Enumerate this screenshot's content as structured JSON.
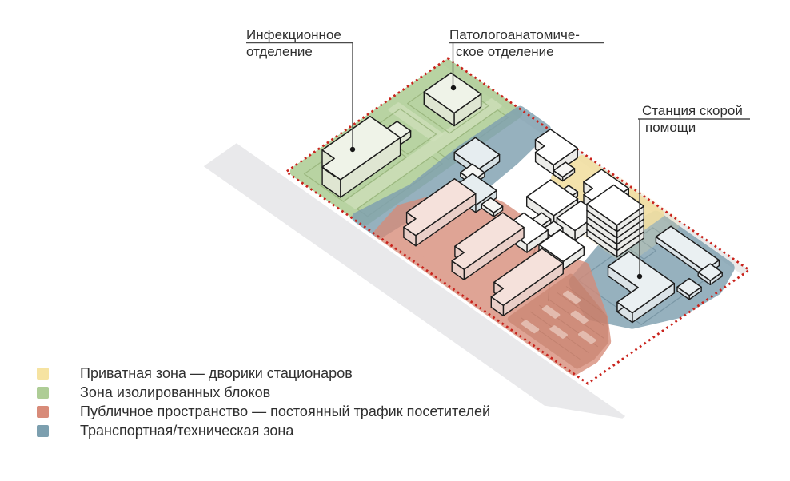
{
  "callouts": [
    {
      "line1": "Инфекционное",
      "line2": "отделение"
    },
    {
      "line1": "Патологоанатомиче-",
      "line2": "ское отделение"
    },
    {
      "line1": "Станция скорой",
      "line2": "помощи"
    }
  ],
  "legend": {
    "items": [
      {
        "label": "Приватная зона — дворики стационаров",
        "color": "#F6E3A1"
      },
      {
        "label": "Зона изолированных блоков",
        "color": "#AECD96"
      },
      {
        "label": "Публичное пространство — постоянный трафик посетителей",
        "color": "#D88B79"
      },
      {
        "label": "Транспортная/техническая зона",
        "color": "#7C9FAF"
      }
    ]
  },
  "colors": {
    "green": "#AFCD96",
    "green_path": "#CFE0BA",
    "green_line": "#93B077",
    "blue": "#7FA0B0",
    "blue_line": "#5E7E8E",
    "salmon": "#D78B78",
    "salmon_dark": "#C17863",
    "salmon_line": "#B97A68",
    "yellow": "#F2DFA2",
    "road": "#E9E9EB",
    "ground_strip": "#E8E8E8",
    "boundary": "#C9231C",
    "outline": "#1c1c1c",
    "callout_line": "#4a4a4a",
    "dot": "#151515"
  }
}
